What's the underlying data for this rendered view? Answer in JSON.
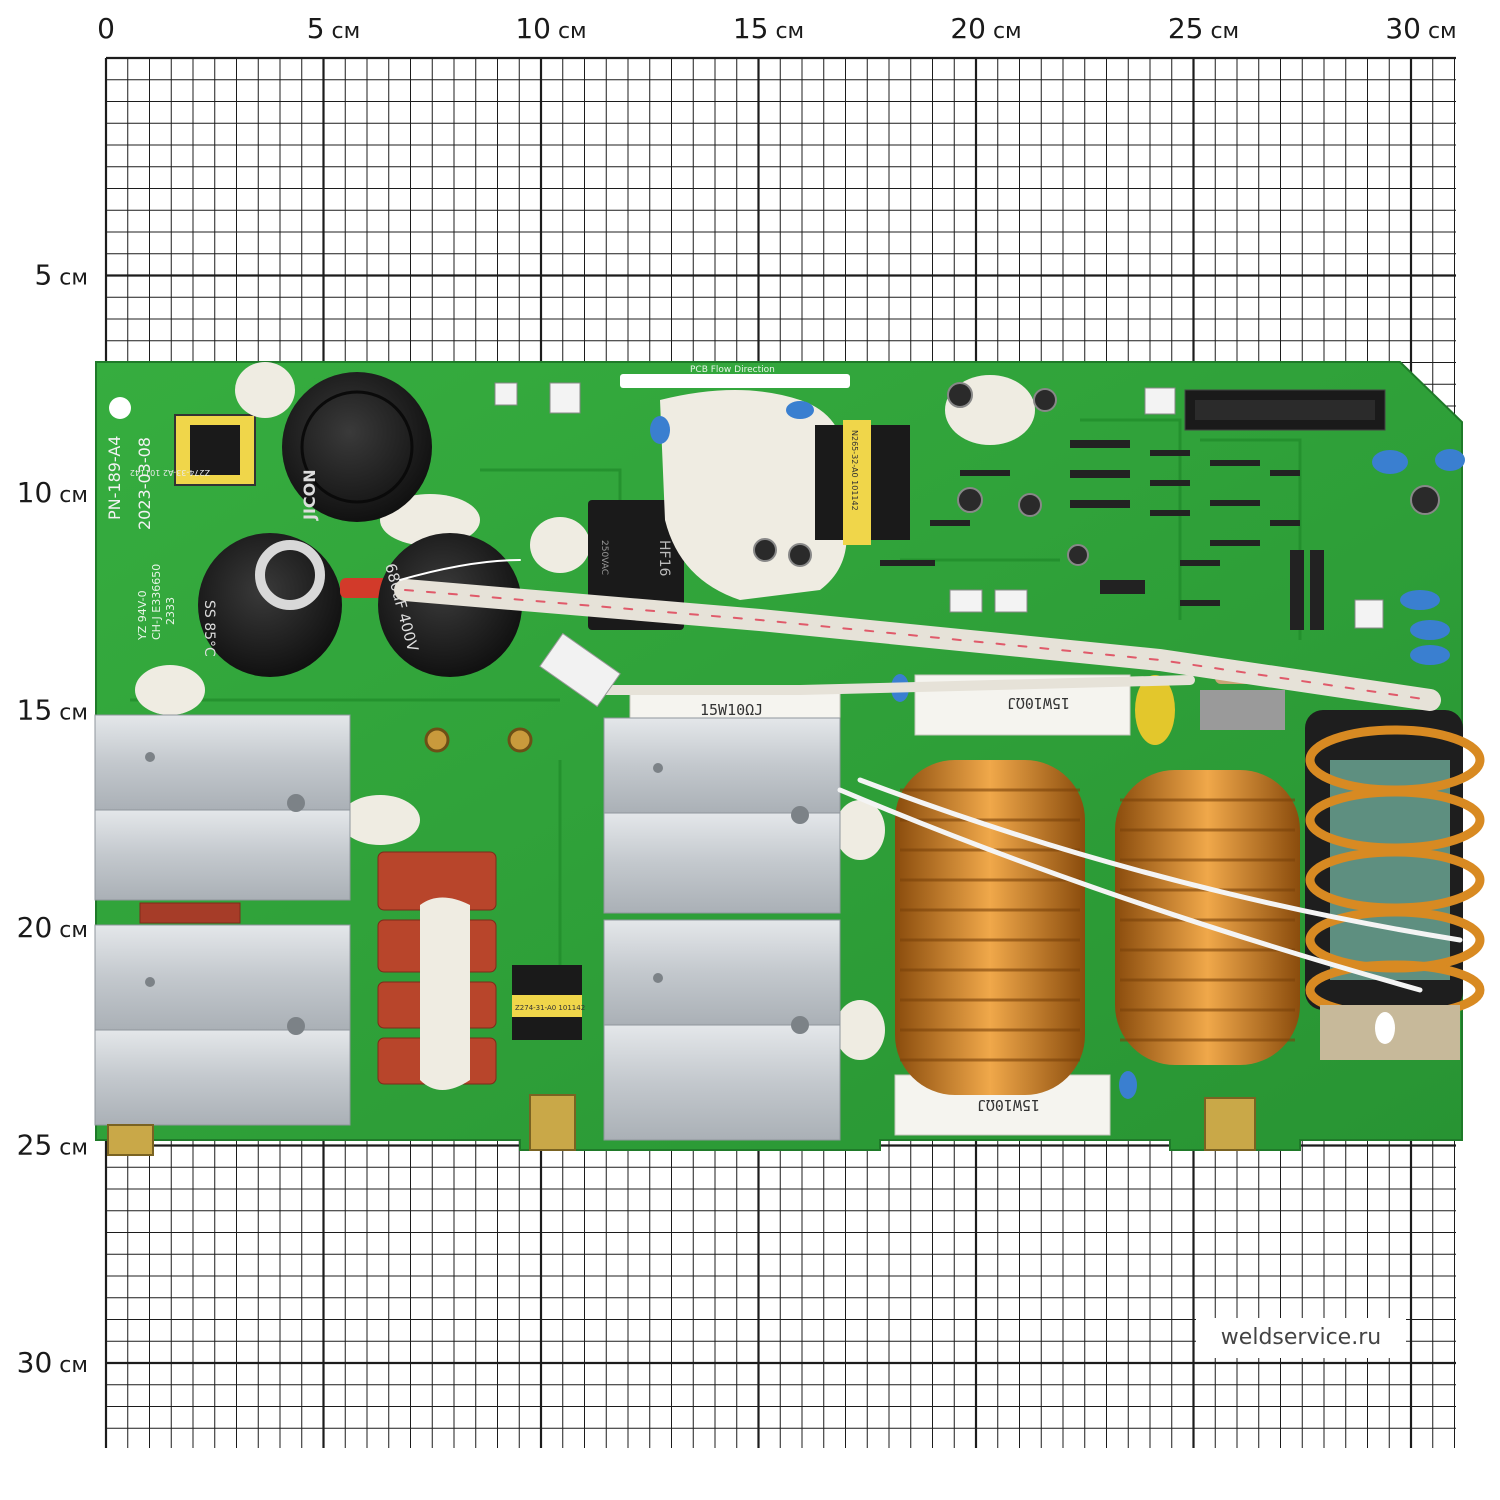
{
  "ruler": {
    "unit": "см",
    "top_labels": [
      {
        "num": "0",
        "unit": ""
      },
      {
        "num": "5",
        "unit": "см"
      },
      {
        "num": "10",
        "unit": "см"
      },
      {
        "num": "15",
        "unit": "см"
      },
      {
        "num": "20",
        "unit": "см"
      },
      {
        "num": "25",
        "unit": "см"
      },
      {
        "num": "30",
        "unit": "см"
      }
    ],
    "left_labels": [
      {
        "num": "5",
        "unit": "см"
      },
      {
        "num": "10",
        "unit": "см"
      },
      {
        "num": "15",
        "unit": "см"
      },
      {
        "num": "20",
        "unit": "см"
      },
      {
        "num": "25",
        "unit": "см"
      },
      {
        "num": "30",
        "unit": "см"
      }
    ]
  },
  "board": {
    "model": "PN-189-A4",
    "date": "2023-03-08",
    "pcb_flow_text": "PCB Flow Direction",
    "capacitor_brand": "JICON",
    "capacitor_rating": "680uF 400V",
    "capacitor_temp": "SS 85°C",
    "relay_brand": "HF16",
    "relay_rating": "250VAC",
    "transformer_top_left": "Z274-33-A2 101142",
    "transformer_top_mid": "N265-32-A0 101142",
    "transformer_bottom": "Z274-31-A0 101142",
    "resistor_label": "15W10ΩJ",
    "side_code_1": "YZ 94V-0",
    "side_code_2": "CH-J E336650",
    "side_code_3": "2333"
  },
  "colors": {
    "pcb_green": "#2fa33a",
    "grid_line": "#1c1c1c",
    "copper": "#d4861f",
    "heatsink": "#c9cdd1",
    "capacitor_body": "#1e1e1e",
    "film_cap_red": "#b8452b"
  },
  "watermark": "weldservice.ru"
}
